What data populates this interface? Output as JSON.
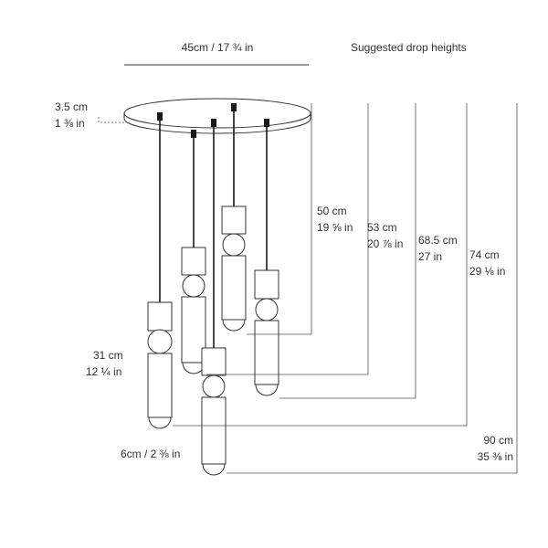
{
  "width_dimension": "45cm / 17 ¾ in",
  "suggested_title": "Suggested drop heights",
  "canopy_depth": {
    "cm": "3.5 cm",
    "in": "1 ⅜ in"
  },
  "pendant_length": {
    "cm": "31 cm",
    "in": "12 ¼ in"
  },
  "pendant_diameter": "6cm / 2 ⅜ in",
  "drop_heights": [
    {
      "cm": "50 cm",
      "in": "19 ⅝ in"
    },
    {
      "cm": "53 cm",
      "in": "20 ⅞ in"
    },
    {
      "cm": "68.5 cm",
      "in": "27 in"
    },
    {
      "cm": "74 cm",
      "in": "29 ⅛ in"
    },
    {
      "cm": "90 cm",
      "in": "35 ⅜ in"
    }
  ]
}
